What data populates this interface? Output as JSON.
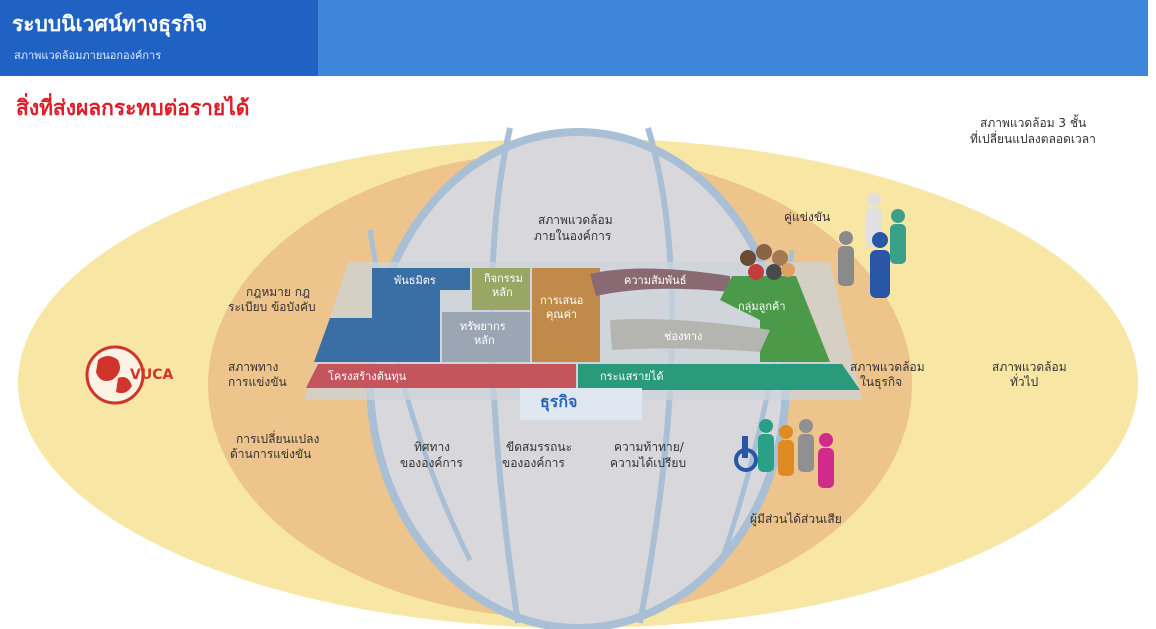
{
  "header": {
    "title": "ระบบนิเวศน์ทางธุรกิจ",
    "subtitle": "สภาพแวดล้อมภายนอกองค์การ"
  },
  "headline": "สิ่งที่ส่งผลกระทบต่อรายได้",
  "note": [
    "สภาพแวดล้อม 3 ชั้น",
    "ที่เปลี่ยนแปลงตลอดเวลา"
  ],
  "outer_ring": {
    "label": [
      "สภาพแวดล้อม",
      "ทั่วไป"
    ],
    "vuca": "VUCA"
  },
  "middle_ring": {
    "label": [
      "สภาพแวดล้อม",
      "ในธุรกิจ"
    ],
    "competitors": "คู่แข่งขัน",
    "law": [
      "กฎหมาย กฎ",
      "ระเบียบ ข้อบังคับ"
    ],
    "competition": [
      "สภาพทาง",
      "การแข่งขัน"
    ],
    "competition_change": [
      "การเปลี่ยนแปลง",
      "ด้านการแข่งขัน"
    ],
    "stakeholders": "ผู้มีส่วนได้ส่วนเสีย"
  },
  "inner": {
    "label": [
      "สภาพแวดล้อม",
      "ภายในองค์การ"
    ],
    "direction": [
      "ทิศทาง",
      "ขององค์การ"
    ],
    "capability": [
      "ขีดสมรรถนะ",
      "ขององค์การ"
    ],
    "challenge": [
      "ความท้าทาย/",
      "ความได้เปรียบ"
    ]
  },
  "blocks": {
    "partners": "พันธมิตร",
    "core_activities": [
      "กิจกรรม",
      "หลัก"
    ],
    "core_resources": [
      "ทรัพยากร",
      "หลัก"
    ],
    "value_proposition": [
      "การเสนอ",
      "คุณค่า"
    ],
    "relationships": "ความสัมพันธ์",
    "customer_segments": "กลุ่มลูกค้า",
    "channels": "ช่องทาง",
    "cost_structure": "โครงสร้างต้นทุน",
    "revenue_streams": "กระแสรายได้",
    "business": "ธุรกิจ"
  },
  "colors": {
    "header_dark": "#1f62c4",
    "header_light": "#3d86d8",
    "headline_red": "#e01c2a",
    "outer": "#f8e6a4",
    "middle": "#ecc48c",
    "inner": "#d8d8dc",
    "partners": "#3a6fa6",
    "activities": "#9aa664",
    "resources": "#9aa6b4",
    "value": "#c08a4a",
    "relationships": "#8a6a72",
    "customers": "#4a9a4a",
    "channels": "#b4b4b0",
    "cost": "#c4545e",
    "revenue": "#2a9a7c"
  }
}
